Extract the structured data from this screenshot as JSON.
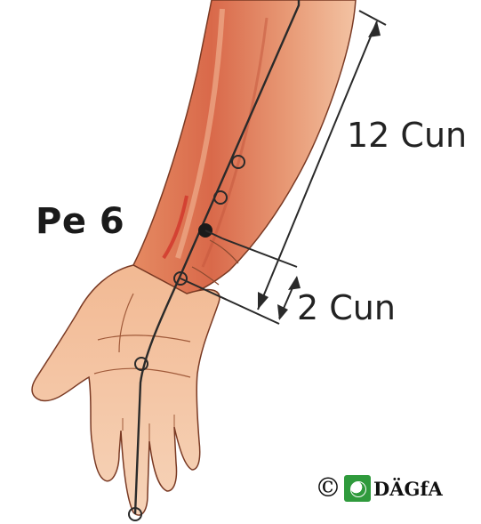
{
  "diagram": {
    "point_label": "Pe 6",
    "long_measure_label": "12 Cun",
    "short_measure_label": "2 Cun",
    "copyright_symbol": "©",
    "copyright_org": "DÄGfA",
    "colors": {
      "skin": "#f0b48c",
      "skin_dark": "#d9775a",
      "outline": "#7a3a24",
      "line": "#2a2a2a",
      "logo_green": "#2f9a3c"
    },
    "icons": [
      "copyright-icon",
      "yin-yang-logo-icon"
    ]
  }
}
